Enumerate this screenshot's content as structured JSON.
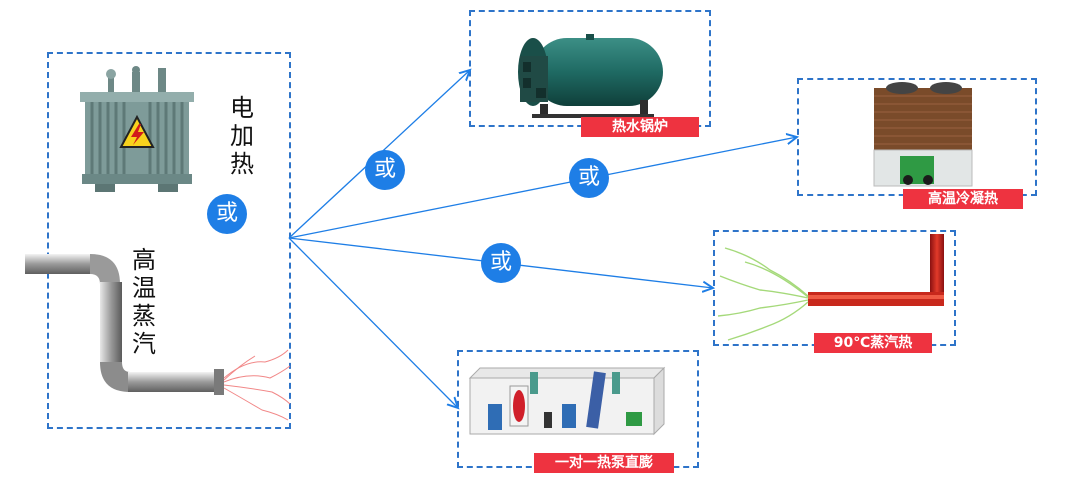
{
  "left_group": {
    "electric_label": "电加热",
    "steam_label": "高温蒸汽",
    "or_label": "或"
  },
  "or_badges": [
    "或",
    "或",
    "或"
  ],
  "options": [
    {
      "id": "boiler",
      "label": "热水锅炉"
    },
    {
      "id": "condensing",
      "label": "高温冷凝热"
    },
    {
      "id": "steam90",
      "label": "90℃蒸汽热"
    },
    {
      "id": "heatpump",
      "label": "一对一热泵直膨"
    }
  ],
  "colors": {
    "accent": "#1e7ee6",
    "dash": "#2e74c9",
    "label_bg": "#ee3340"
  }
}
